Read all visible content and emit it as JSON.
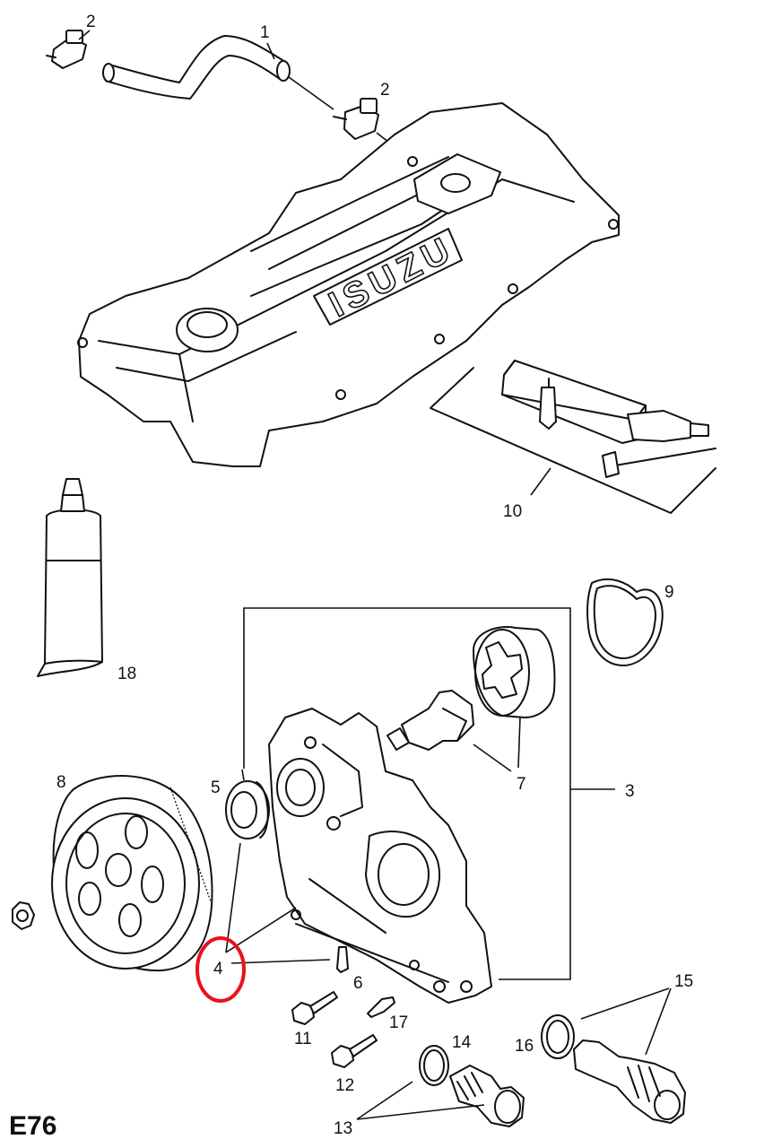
{
  "figure_code": "E76",
  "cover_logo": "ISUZU",
  "callouts": [
    {
      "id": "c1",
      "text": "1",
      "part": "hose"
    },
    {
      "id": "c2a",
      "text": "2",
      "part": "hose-clamp-left"
    },
    {
      "id": "c2b",
      "text": "2",
      "part": "hose-clamp-right"
    },
    {
      "id": "c3",
      "text": "3",
      "part": "front-cover-kit"
    },
    {
      "id": "c4",
      "text": "4",
      "part": "cover-gasket-dowels",
      "highlighted": true
    },
    {
      "id": "c5",
      "text": "5",
      "part": "shaft-seal"
    },
    {
      "id": "c6",
      "text": "6",
      "part": "dowel-pin"
    },
    {
      "id": "c7",
      "text": "7",
      "part": "oil-pump-rotor-set"
    },
    {
      "id": "c8",
      "text": "8",
      "part": "camshaft-sprocket"
    },
    {
      "id": "c9",
      "text": "9",
      "part": "pump-seal-ring"
    },
    {
      "id": "c10",
      "text": "10",
      "part": "sealant-kit"
    },
    {
      "id": "c11",
      "text": "11",
      "part": "bolt"
    },
    {
      "id": "c12",
      "text": "12",
      "part": "bolt"
    },
    {
      "id": "c13",
      "text": "13",
      "part": "relief-valve-plug"
    },
    {
      "id": "c14",
      "text": "14",
      "part": "seal-ring"
    },
    {
      "id": "c15",
      "text": "15",
      "part": "oil-pressure-valve"
    },
    {
      "id": "c16",
      "text": "16",
      "part": "seal-ring"
    },
    {
      "id": "c17",
      "text": "17",
      "part": "stud"
    },
    {
      "id": "c18",
      "text": "18",
      "part": "sealant-tube"
    }
  ],
  "highlight_color": "#e8121c",
  "line_color": "#111111"
}
